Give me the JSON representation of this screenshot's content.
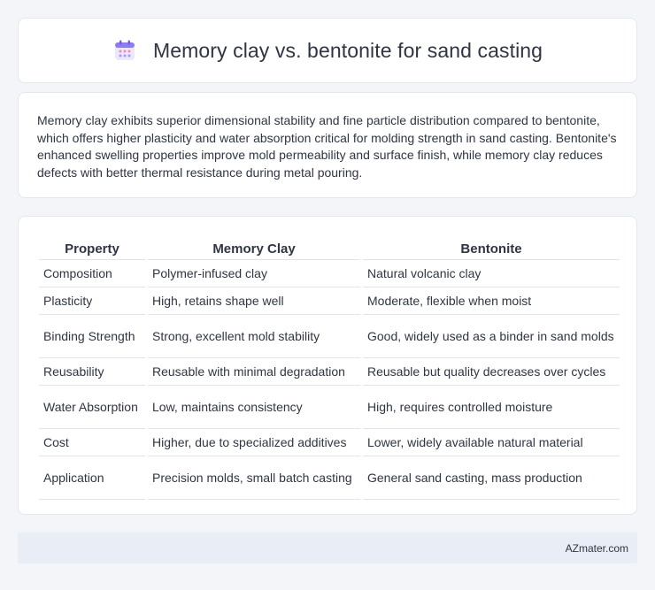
{
  "header": {
    "title": "Memory clay vs. bentonite for sand casting",
    "icon": "calendar-icon",
    "icon_color": "#8e7cf0"
  },
  "summary": {
    "text": "Memory clay exhibits superior dimensional stability and fine particle distribution compared to bentonite, which offers higher plasticity and water absorption critical for molding strength in sand casting. Bentonite's enhanced swelling properties improve mold permeability and surface finish, while memory clay reduces defects with better thermal resistance during metal pouring."
  },
  "table": {
    "headers": [
      "Property",
      "Memory Clay",
      "Bentonite"
    ],
    "rows": [
      [
        "Composition",
        "Polymer-infused clay",
        "Natural volcanic clay"
      ],
      [
        "Plasticity",
        "High, retains shape well",
        "Moderate, flexible when moist"
      ],
      [
        "Binding Strength",
        "Strong, excellent mold stability",
        "Good, widely used as a binder in sand molds"
      ],
      [
        "Reusability",
        "Reusable with minimal degradation",
        "Reusable but quality decreases over cycles"
      ],
      [
        "Water Absorption",
        "Low, maintains consistency",
        "High, requires controlled moisture"
      ],
      [
        "Cost",
        "Higher, due to specialized additives",
        "Lower, widely available natural material"
      ],
      [
        "Application",
        "Precision molds, small batch casting",
        "General sand casting, mass production"
      ]
    ]
  },
  "footer": {
    "text": "AZmater.com"
  }
}
